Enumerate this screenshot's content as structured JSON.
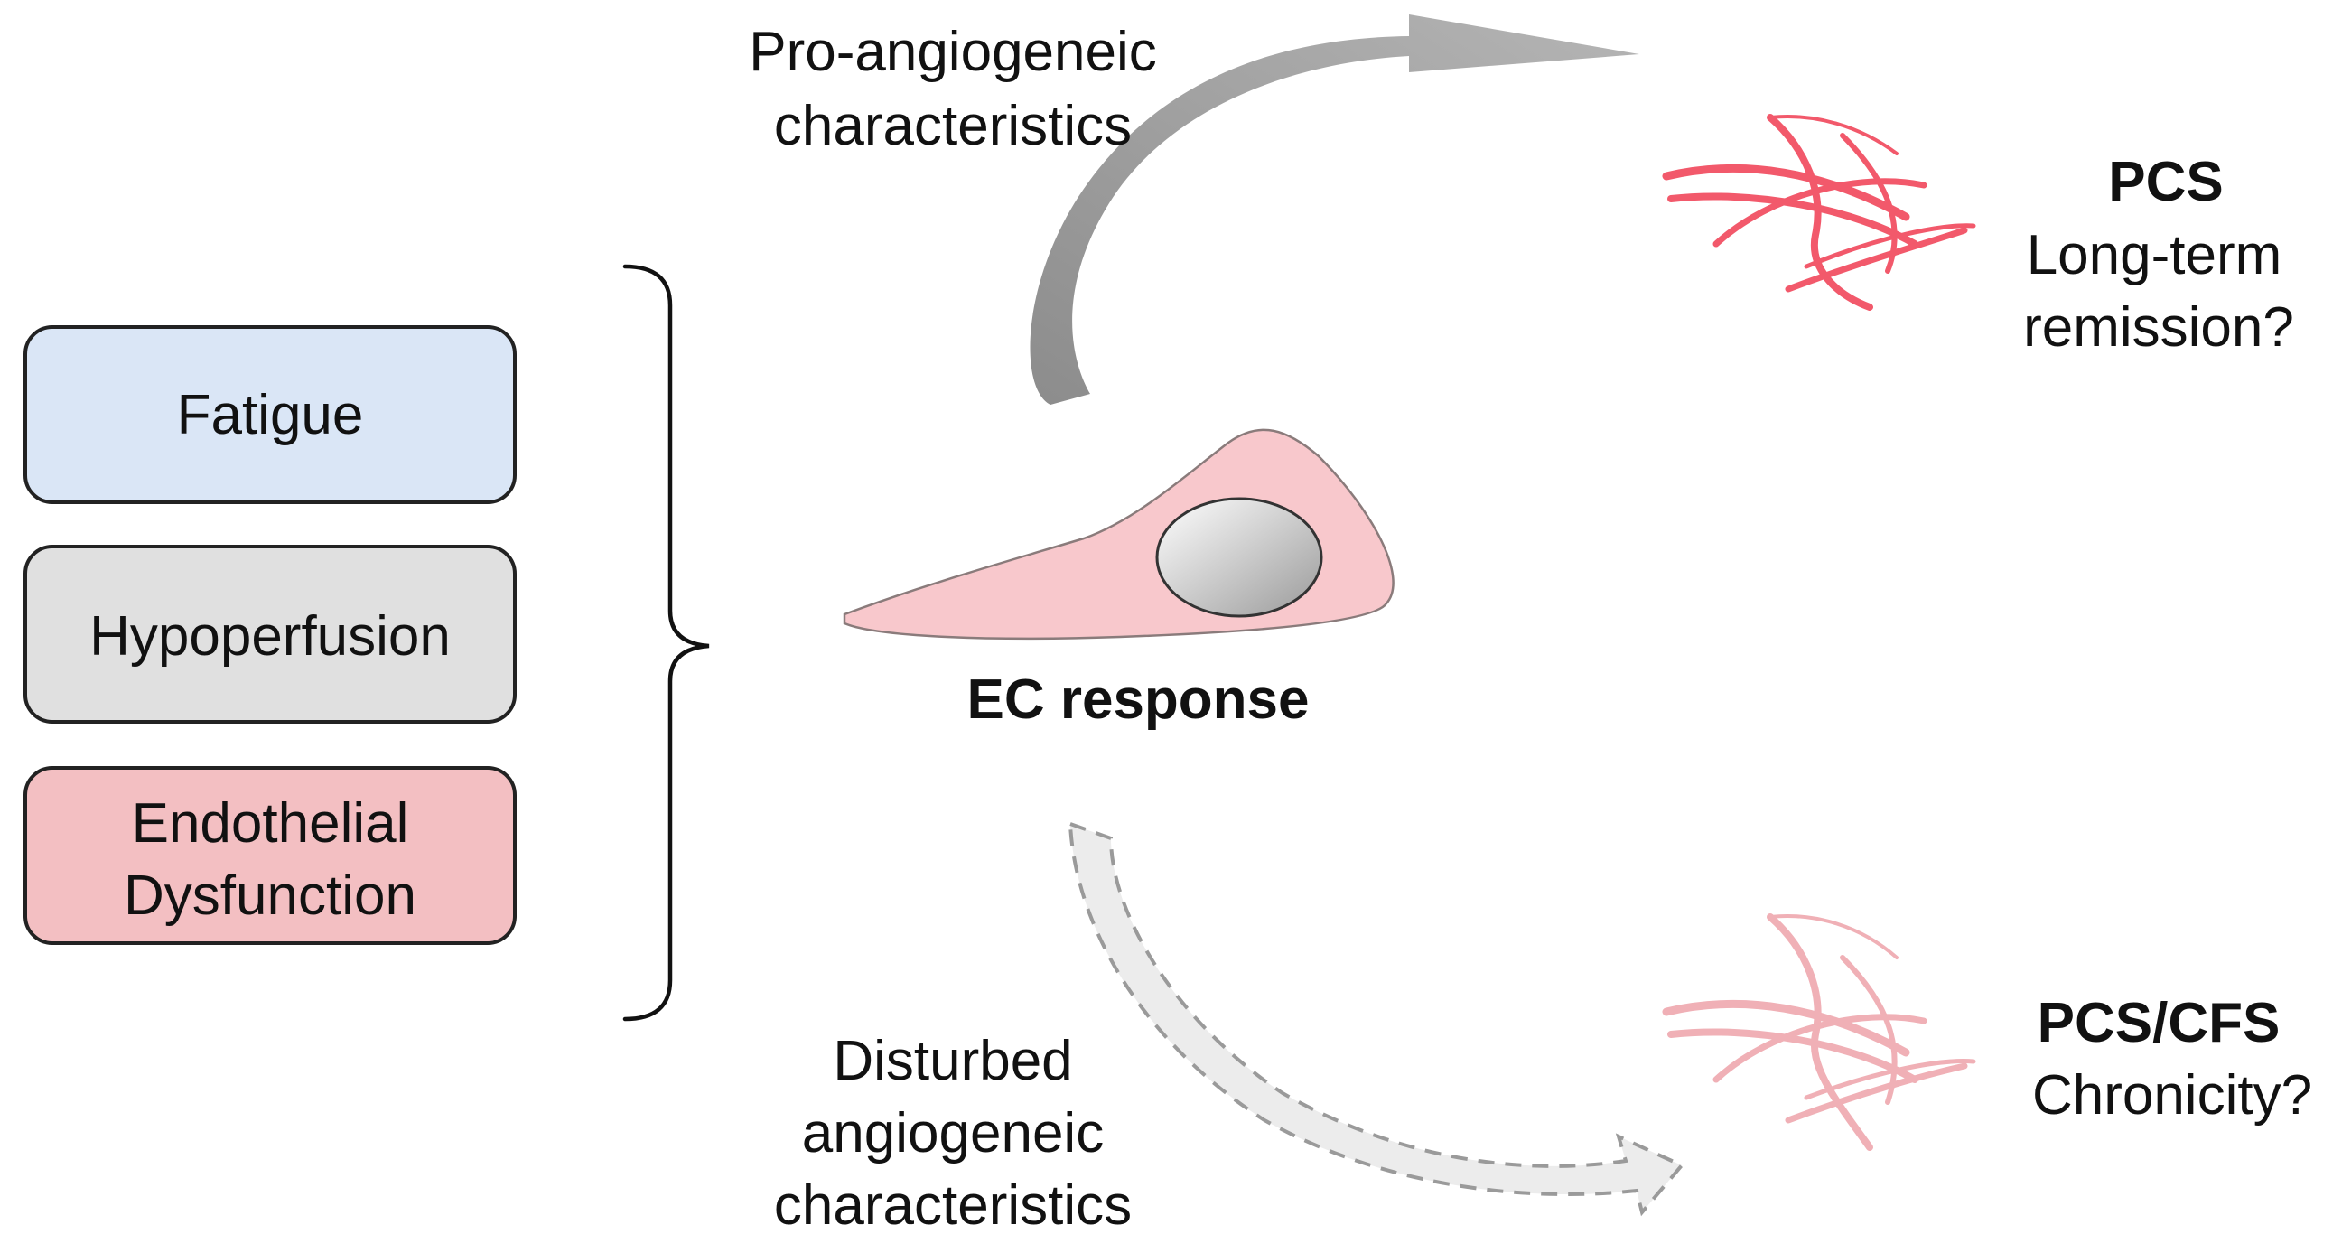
{
  "boxes": [
    {
      "label": "Fatigue",
      "fill": "#dae6f6"
    },
    {
      "label": "Hypoperfusion",
      "fill": "#e0e0e0"
    },
    {
      "label_lines": [
        "Endothelial",
        "Dysfunction"
      ],
      "fill": "#f3bfc2"
    }
  ],
  "center": {
    "label": "EC response",
    "cell_color": "#f8c8cc"
  },
  "top_arrow": {
    "label_lines": [
      "Pro-angiogeneic",
      "characteristics"
    ]
  },
  "bottom_arrow": {
    "label_lines": [
      "Disturbed",
      "angiogeneic",
      "characteristics"
    ]
  },
  "outcomes": [
    {
      "title": "PCS",
      "lines": [
        "Long-term",
        "remission?"
      ],
      "vessel_color": "#f2596b"
    },
    {
      "title": "PCS/CFS",
      "lines": [
        "Chronicity?"
      ],
      "vessel_color": "#f0b0b6"
    }
  ]
}
